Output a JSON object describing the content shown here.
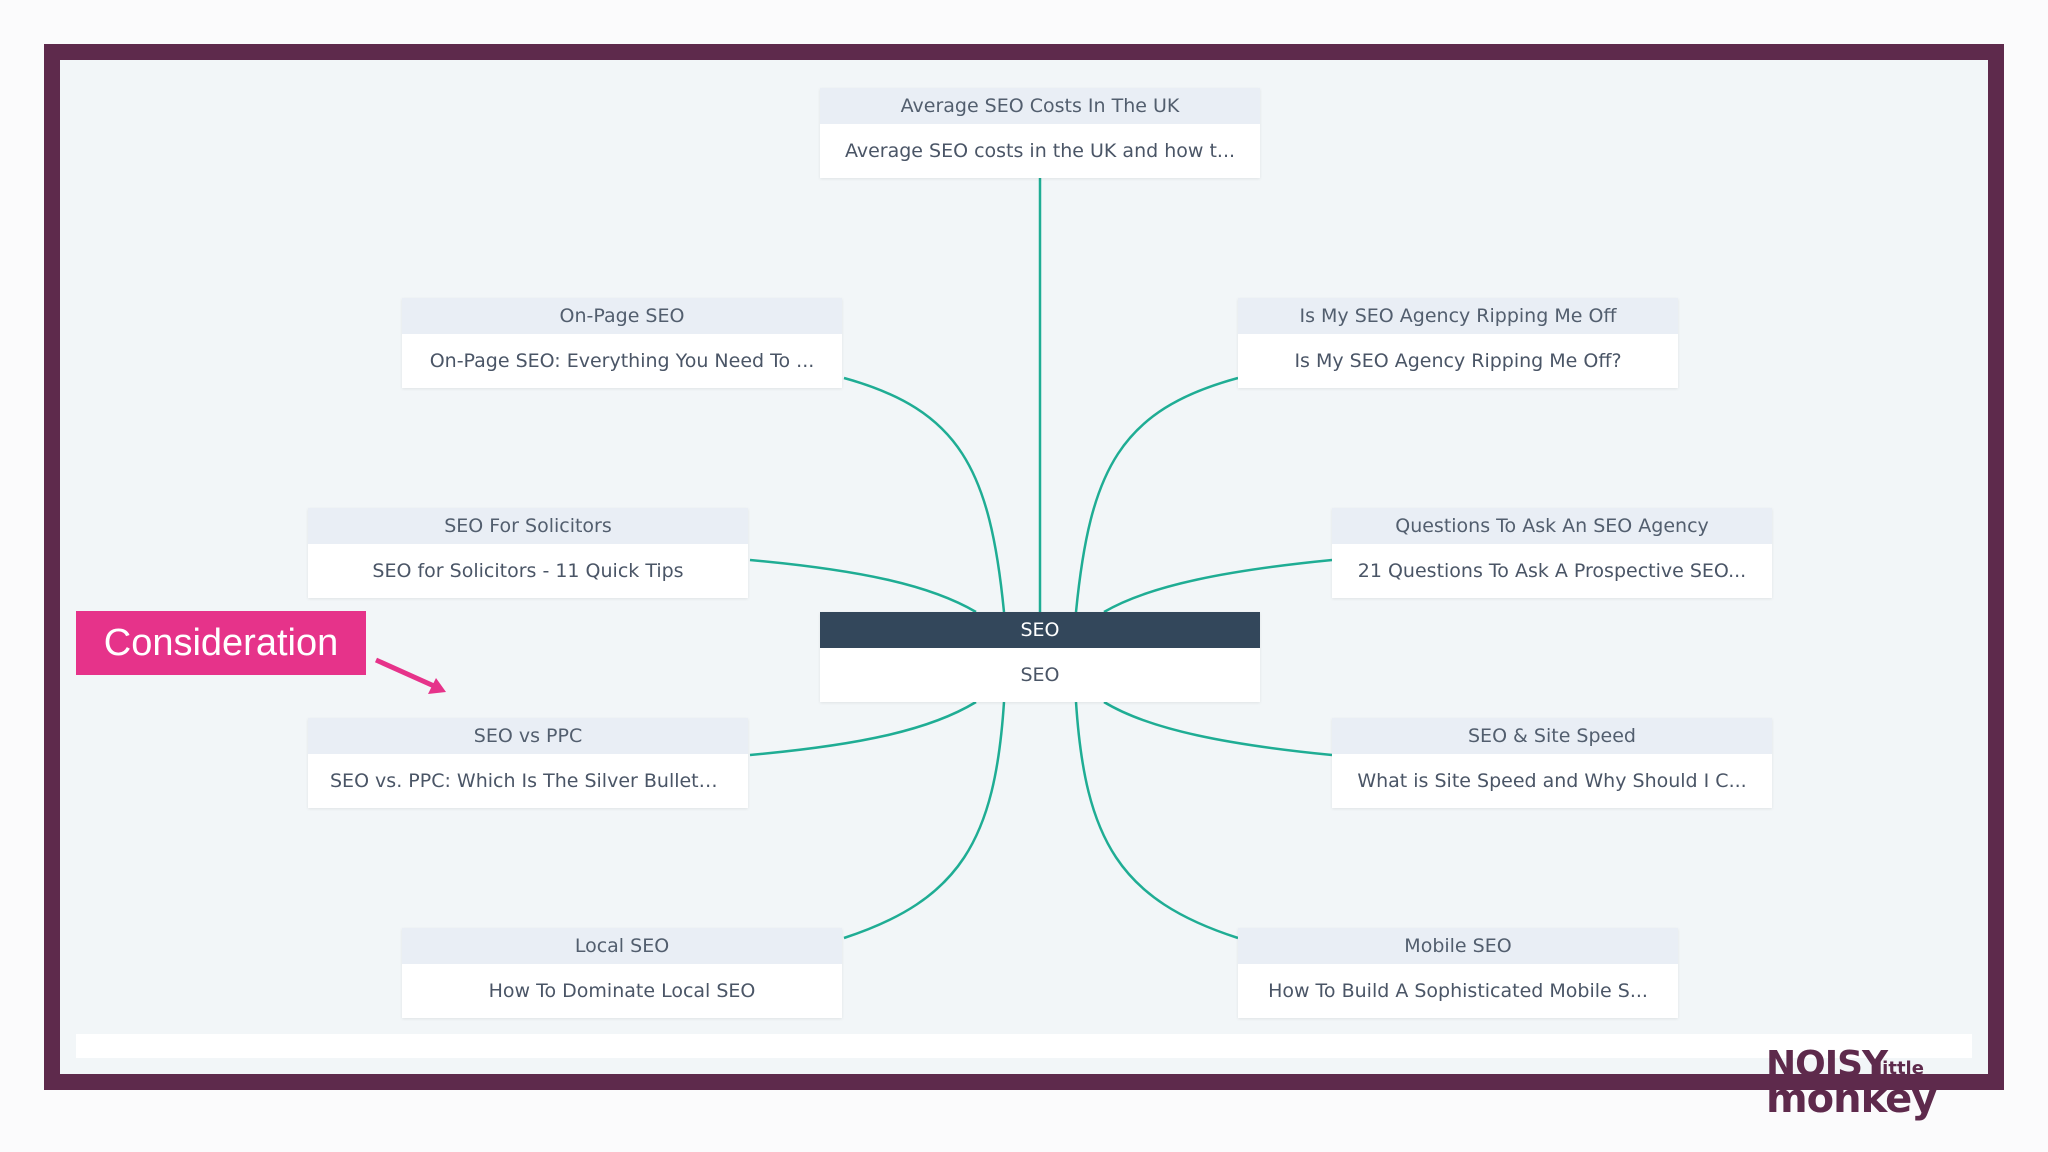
{
  "root": {
    "title": "SEO",
    "description": "SEO"
  },
  "nodes": [
    {
      "title": "Average SEO Costs In The UK",
      "description": "Average SEO costs in the UK and how t..."
    },
    {
      "title": "On-Page SEO",
      "description": "On-Page SEO: Everything You Need To ..."
    },
    {
      "title": "Is My SEO Agency Ripping Me Off",
      "description": "Is My SEO Agency Ripping Me Off?"
    },
    {
      "title": "SEO For Solicitors",
      "description": "SEO for Solicitors - 11 Quick Tips"
    },
    {
      "title": "Questions To Ask An SEO Agency",
      "description": "21 Questions To Ask A Prospective SEO..."
    },
    {
      "title": "SEO vs PPC",
      "description": "SEO vs. PPC: Which Is The Silver Bullet?..."
    },
    {
      "title": "SEO & Site Speed",
      "description": "What is Site Speed and Why Should I C..."
    },
    {
      "title": "Local SEO",
      "description": "How To Dominate Local SEO"
    },
    {
      "title": "Mobile SEO",
      "description": "How To Build A Sophisticated Mobile S..."
    }
  ],
  "annotation": {
    "label": "Consideration"
  },
  "logo": {
    "line1": "NOISY",
    "line2": "little",
    "line3": "monkey"
  },
  "colors": {
    "frame": "#5e2a4c",
    "connector": "#1fad94",
    "root_header": "#33475b",
    "callout": "#e6338a",
    "arrow": "#e6338a"
  }
}
